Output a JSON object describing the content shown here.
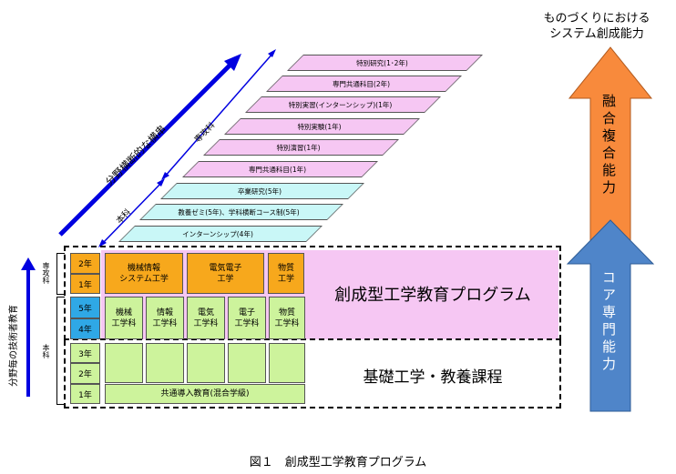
{
  "colors": {
    "pink": "#f6c7f3",
    "cyan": "#c9f7f7",
    "orange": "#f7a81c",
    "green": "#cdf39c",
    "blue": "#0000e0",
    "year_blue": "#2fa8e6",
    "arrow_orange": "#f88a3c",
    "arrow_blue": "#4f85c9"
  },
  "top_right_label": {
    "line1": "ものづくりにおける",
    "line2": "システム創成能力"
  },
  "right_arrows": {
    "upper": "融合複合能力",
    "lower": "コア専門能力"
  },
  "left_axis": {
    "text": "分野毎の技術者教育"
  },
  "diag_arrows": {
    "upper": "分野横断的な横串",
    "senkou": "専攻科",
    "honka": "本科"
  },
  "courses": [
    {
      "label": "特別研究(1･2年)"
    },
    {
      "label": "専門共通科目(2年)"
    },
    {
      "label": "特別実習(インターンシップ)(1年)"
    },
    {
      "label": "特別実験(1年)"
    },
    {
      "label": "特別演習(1年)"
    },
    {
      "label": "専門共通科目(1年)"
    },
    {
      "label": "卒業研究(5年)"
    },
    {
      "label": "教養ゼミ(5年)、学科横断コース制(5年)"
    },
    {
      "label": "インターンシップ(4年)"
    }
  ],
  "side_labels": {
    "senkou": "専攻科",
    "honka": "本科"
  },
  "years": [
    "2年",
    "1年",
    "5年",
    "4年",
    "3年",
    "2年",
    "1年"
  ],
  "senkou_programs": [
    {
      "l1": "機械情報",
      "l2": "システム工学"
    },
    {
      "l1": "電気電子",
      "l2": "工学"
    },
    {
      "l1": "物質",
      "l2": "工学"
    }
  ],
  "departments": [
    {
      "l1": "機械",
      "l2": "工学科"
    },
    {
      "l1": "情報",
      "l2": "工学科"
    },
    {
      "l1": "電気",
      "l2": "工学科"
    },
    {
      "l1": "電子",
      "l2": "工学科"
    },
    {
      "l1": "物質",
      "l2": "工学科"
    }
  ],
  "common_intro": "共通導入教育(混合学級)",
  "program_title": "創成型工学教育プログラム",
  "basic_title": "基礎工学・教養課程",
  "caption": "図１　創成型工学教育プログラム"
}
